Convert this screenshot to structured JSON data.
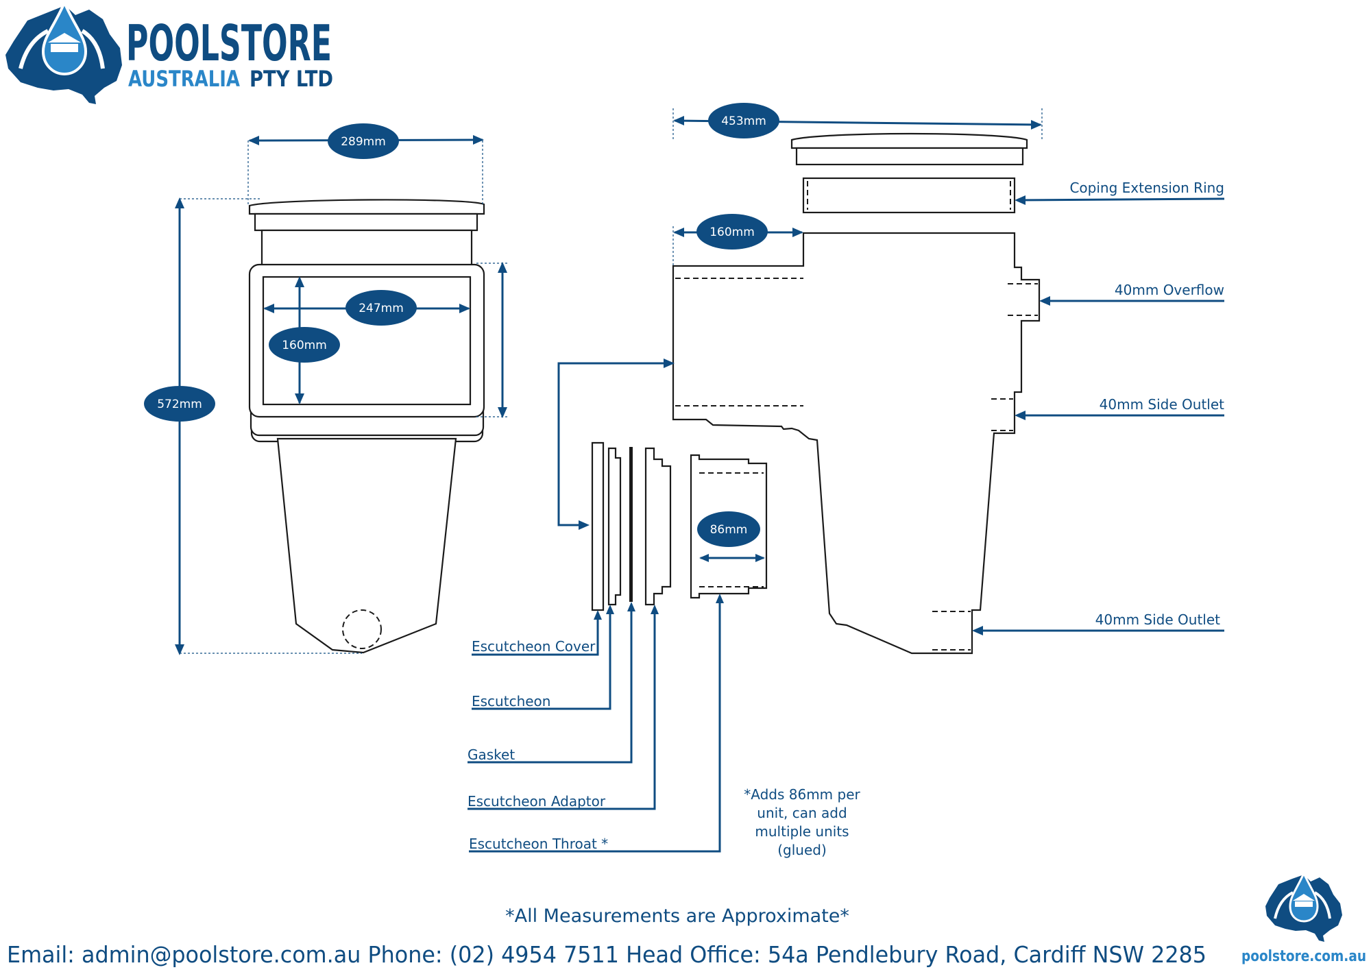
{
  "brand": {
    "name": "POOLSTORE",
    "sub1": "AUSTRALIA",
    "sub2": "PTY LTD",
    "website": "poolstore.com.au",
    "colors": {
      "navy": "#0f4c81",
      "blue": "#2a86c8"
    }
  },
  "dimensions": {
    "width_top": "289mm",
    "height_total": "572mm",
    "mouth_width": "247mm",
    "mouth_height": "160mm",
    "lid_width": "453mm",
    "throat_depth": "160mm",
    "throat_unit": "86mm"
  },
  "labels": {
    "coping_ring": "Coping Extension Ring",
    "overflow": "40mm Overflow",
    "side_outlet_1": "40mm Side Outlet",
    "side_outlet_2": "40mm Side Outlet",
    "escutcheon_cover": "Escutcheon Cover",
    "escutcheon": "Escutcheon",
    "gasket": "Gasket",
    "escutcheon_adaptor": "Escutcheon Adaptor",
    "escutcheon_throat": "Escutcheon Throat *"
  },
  "notes": {
    "throat_note": [
      "*Adds 86mm per",
      "unit,  can add",
      "multiple units",
      "(glued)"
    ],
    "approx": "*All Measurements are Approximate*"
  },
  "footer": {
    "contact": "Email: admin@poolstore.com.au  Phone: (02) 4954 7511  Head Office: 54a Pendlebury Road, Cardiff NSW 2285"
  }
}
